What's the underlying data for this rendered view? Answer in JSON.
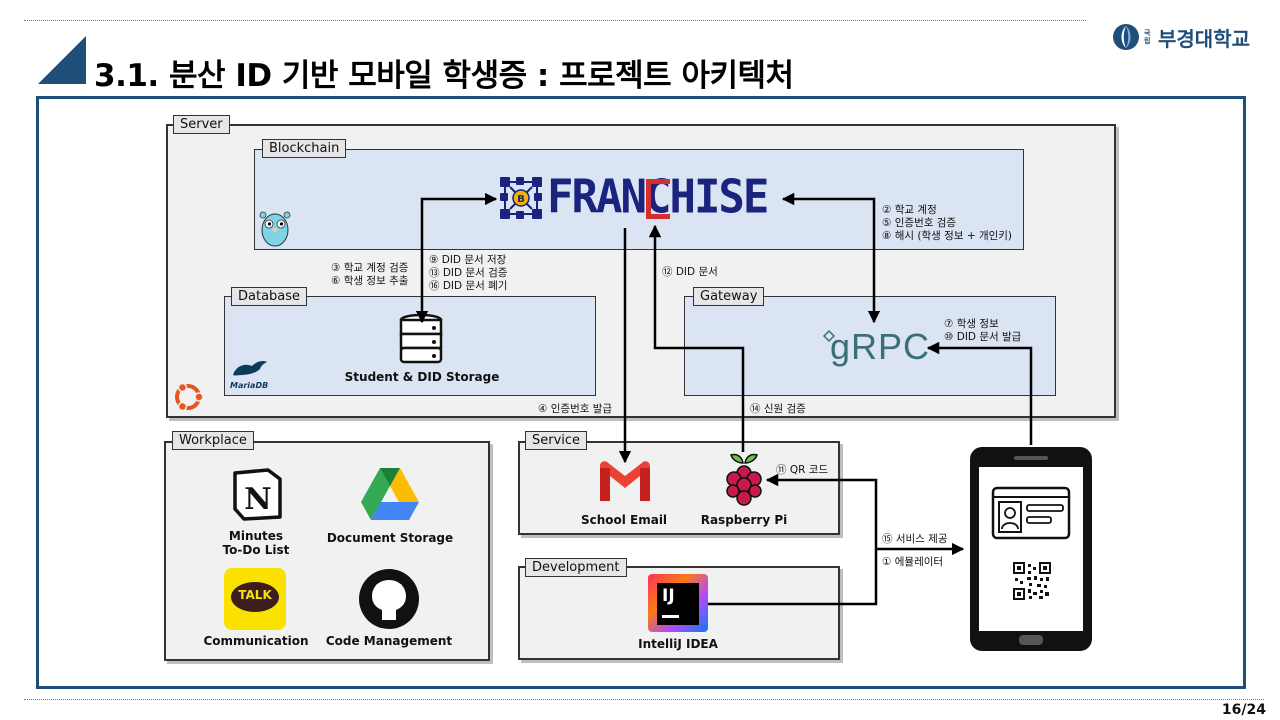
{
  "header": {
    "title": "3.1. 분산 ID 기반 모바일 학생증 : 프로젝트 아키텍처",
    "logo_small": "국립",
    "logo_text": "부경대학교",
    "page_number": "16/24"
  },
  "server": {
    "label": "Server",
    "blockchain_label": "Blockchain",
    "franchise_logo": "FRANCHISE",
    "database_label": "Database",
    "db_caption": "Student & DID Storage",
    "mariadb_text": "MariaDB",
    "gateway_label": "Gateway",
    "grpc_text": "gRPC"
  },
  "annotations": {
    "a_2": "② 학교 계정",
    "a_5": "⑤ 인증번호 검증",
    "a_8": "⑧ 해시 (학생 정보 + 개인키)",
    "a_3": "③ 학교 계정 검증",
    "a_6": "⑥ 학생 정보 추출",
    "a_9": "⑨ DID 문서 저장",
    "a_13": "⑬ DID 문서 검증",
    "a_16": "⑯ DID 문서 폐기",
    "a_12": "⑫ DID 문서",
    "a_7": "⑦ 학생 정보",
    "a_10": "⑩ DID 문서 발급",
    "a_4": "④ 인증번호 발급",
    "a_14": "⑭ 신원 검증",
    "a_11": "⑪ QR 코드",
    "a_15": "⑮ 서비스 제공",
    "a_1": "① 에뮬레이터"
  },
  "workplace": {
    "label": "Workplace",
    "notion_caption_1": "Minutes",
    "notion_caption_2": "To-Do List",
    "drive_caption": "Document Storage",
    "talk_text": "TALK",
    "kakao_caption": "Communication",
    "github_caption": "Code Management"
  },
  "service": {
    "label": "Service",
    "email_caption": "School Email",
    "rpi_caption": "Raspberry Pi"
  },
  "development": {
    "label": "Development",
    "ij_text": "IJ",
    "idea_caption": "IntelliJ IDEA"
  },
  "colors": {
    "accent": "#1f4e79",
    "box_blue": "#dbe4f3",
    "box_gray": "#f1f1f1",
    "franchise_navy": "#1a237e",
    "franchise_red": "#d32f2f",
    "grpc_teal": "#3a6f7a"
  }
}
